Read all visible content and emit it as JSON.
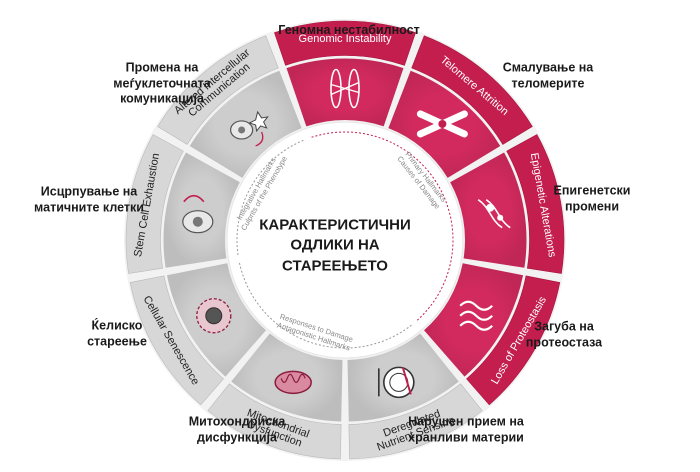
{
  "center": {
    "line1": "КАРАКТЕРИСТИЧНИ",
    "line2": "ОДЛИКИ НА",
    "line3": "СТАРЕЕЊЕТО"
  },
  "categories": [
    {
      "label": "Primary Hallmarks",
      "sub": "Causes of Damage"
    },
    {
      "label": "Antagonistic Hallmarks",
      "sub": "Responses to Damage"
    },
    {
      "label": "Integrative Hallmarks",
      "sub": "Culprits of the Phenotype"
    }
  ],
  "hallmarks": [
    {
      "band": [
        "Genomic Instability"
      ],
      "ext": [
        "Геномна нестабилност"
      ],
      "group": "primary",
      "icon": "chromosome-icon"
    },
    {
      "band": [
        "Telomere Attrition"
      ],
      "ext": [
        "Смалување на",
        "теломерите"
      ],
      "group": "primary",
      "icon": "telomere-icon"
    },
    {
      "band": [
        "Epigenetic Alterations"
      ],
      "ext": [
        "Епигенетски",
        "промени"
      ],
      "group": "primary",
      "icon": "dna-methylation-icon"
    },
    {
      "band": [
        "Loss of Proteostasis"
      ],
      "ext": [
        "Загуба на",
        "протеостаза"
      ],
      "group": "primary",
      "icon": "protein-fold-icon"
    },
    {
      "band": [
        "Deregulated",
        "Nutrient Sensing"
      ],
      "ext": [
        "Нарушен прием на",
        "хранливи материи"
      ],
      "group": "antagonistic",
      "icon": "plate-icon"
    },
    {
      "band": [
        "Mitochondrial",
        "Dysfunction"
      ],
      "ext": [
        "Митохондриска",
        "дисфункција"
      ],
      "group": "antagonistic",
      "icon": "mitochondrion-icon"
    },
    {
      "band": [
        "Cellular Senescence"
      ],
      "ext": [
        "Ќелиско",
        "стареење"
      ],
      "group": "antagonistic",
      "icon": "senescent-cell-icon"
    },
    {
      "band": [
        "Stem Cell Exhaustion"
      ],
      "ext": [
        "Исцрпување на",
        "матичните клетки"
      ],
      "group": "integrative",
      "icon": "stem-cell-icon"
    },
    {
      "band": [
        "Altered Intercellular",
        "Communication"
      ],
      "ext": [
        "Промена на",
        "меѓуклеточната",
        "комуникација"
      ],
      "group": "integrative",
      "icon": "cell-signaling-icon"
    }
  ],
  "colors": {
    "primary_band": "#c31e4e",
    "primary_panel": "#d22a5e",
    "secondary_band": "#d7d7d7",
    "secondary_panel": "#cdcdcd",
    "band_text_dark": "#222222",
    "band_text_light": "#ffffff"
  }
}
